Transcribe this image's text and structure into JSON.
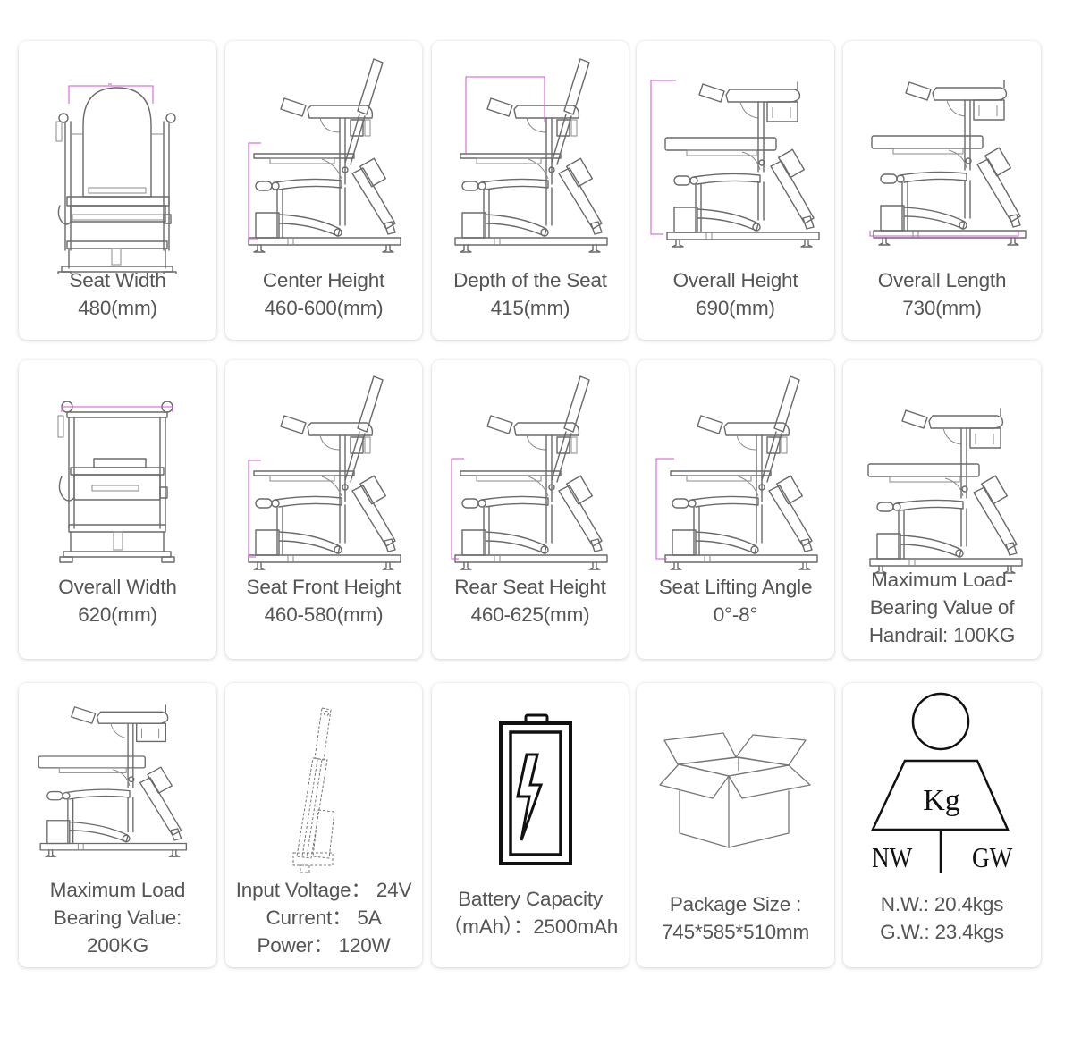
{
  "specs": [
    {
      "title": "Seat Width",
      "lines": [
        "Seat Width",
        "480(mm)"
      ],
      "icon": "chair-front-view-seat-width"
    },
    {
      "title": "Center Height",
      "lines": [
        "Center Height",
        "460-600(mm)"
      ],
      "icon": "chair-side-view-center-height"
    },
    {
      "title": "Depth of the Seat",
      "lines": [
        "Depth of the Seat",
        "415(mm)"
      ],
      "icon": "chair-side-view-seat-depth"
    },
    {
      "title": "Overall Height",
      "lines": [
        "Overall Height",
        "690(mm)"
      ],
      "icon": "chair-side-view-overall-height"
    },
    {
      "title": "Overall Length",
      "lines": [
        "Overall Length",
        "730(mm)"
      ],
      "icon": "chair-side-view-overall-length"
    },
    {
      "title": "Overall Width",
      "lines": [
        "Overall Width",
        "620(mm)"
      ],
      "icon": "chair-front-view-overall-width"
    },
    {
      "title": "Seat Front Height",
      "lines": [
        "Seat Front Height",
        "460-580(mm)"
      ],
      "icon": "chair-side-view-seat-front-height"
    },
    {
      "title": "Rear Seat Height",
      "lines": [
        "Rear Seat Height",
        "460-625(mm)"
      ],
      "icon": "chair-side-view-rear-seat-height"
    },
    {
      "title": "Seat Lifting Angle",
      "lines": [
        "Seat Lifting Angle",
        "0°-8°"
      ],
      "icon": "chair-side-view-lifting-angle"
    },
    {
      "title": "Maximum Load-Bearing Value of Handrail",
      "lines": [
        "Maximum Load-",
        "Bearing Value of",
        "Handrail: 100KG"
      ],
      "icon": "chair-side-view-handrail"
    },
    {
      "title": "Maximum Load Bearing Value",
      "lines": [
        "Maximum Load",
        "Bearing Value:",
        "200KG"
      ],
      "icon": "chair-side-view-max-load"
    },
    {
      "title": "Motor",
      "lines": [
        "Input Voltage： 24V",
        "Current： 5A",
        "Power： 120W"
      ],
      "icon": "linear-actuator-icon"
    },
    {
      "title": "Battery Capacity",
      "lines": [
        "Battery Capacity",
        "（mAh）：2500mAh"
      ],
      "icon": "battery-icon"
    },
    {
      "title": "Package Size",
      "lines": [
        "Package Size :",
        "745*585*510mm"
      ],
      "icon": "open-box-icon"
    },
    {
      "title": "Weight",
      "lines": [
        "N.W.: 20.4kgs",
        "G.W.: 23.4kgs"
      ],
      "icon": "weight-icon"
    }
  ],
  "weight_icon": {
    "unit": "Kg",
    "left": "NW",
    "right": "GW"
  },
  "colors": {
    "text": "#555555",
    "dimension_line": "#d64fd6",
    "card_bg": "#ffffff"
  }
}
